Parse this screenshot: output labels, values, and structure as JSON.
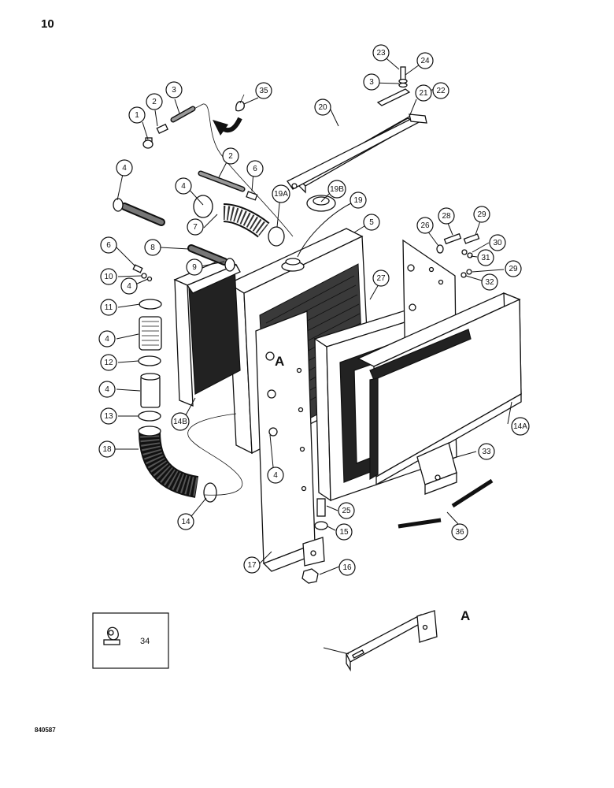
{
  "page_number": "10",
  "document_code": "840587",
  "reference_letter": "A",
  "inset_label": "34",
  "callouts": [
    "1",
    "2",
    "3",
    "35",
    "20",
    "21",
    "22",
    "23",
    "24",
    "3",
    "2",
    "6",
    "4",
    "4",
    "19A",
    "19B",
    "19",
    "5",
    "7",
    "8",
    "6",
    "9",
    "10",
    "4",
    "11",
    "4",
    "12",
    "4",
    "13",
    "18",
    "14B",
    "4",
    "14",
    "17",
    "16",
    "15",
    "25",
    "27",
    "26",
    "28",
    "29",
    "30",
    "31",
    "29",
    "32",
    "14A",
    "33",
    "36"
  ]
}
